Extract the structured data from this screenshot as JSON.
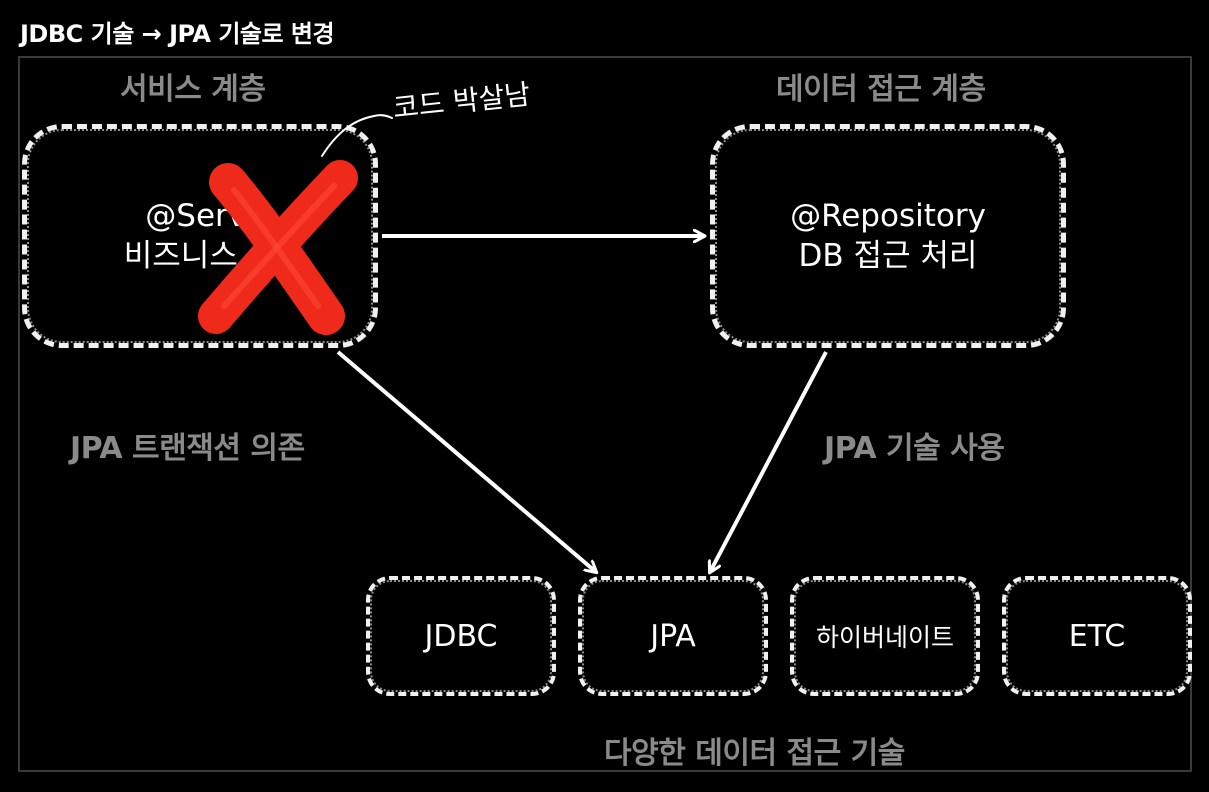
{
  "title": "JDBC 기술 → JPA 기술로 변경",
  "layers": {
    "service": "서비스 계층",
    "data_access": "데이터 접근 계층"
  },
  "boxes": {
    "service": {
      "line1": "@Servi",
      "line2": "비즈니스 로"
    },
    "repository": {
      "line1": "@Repository",
      "line2": "DB 접근 처리"
    }
  },
  "edge_labels": {
    "service_to_jpa": "JPA 트랜잭션 의존",
    "repository_to_jpa": "JPA 기술 사용"
  },
  "technologies": [
    {
      "label": "JDBC"
    },
    {
      "label": "JPA"
    },
    {
      "label": "하이버네이트"
    },
    {
      "label": "ETC"
    }
  ],
  "technologies_caption": "다양한 데이터 접근 기술",
  "annotation": {
    "note": "코드 박살남"
  },
  "colors": {
    "background": "#000000",
    "chalk": "#f0f0f0",
    "label_gray": "#8a8a8a",
    "cross_red": "#f02a1a"
  },
  "icons": {
    "cross": "x-cross-mark-icon"
  }
}
